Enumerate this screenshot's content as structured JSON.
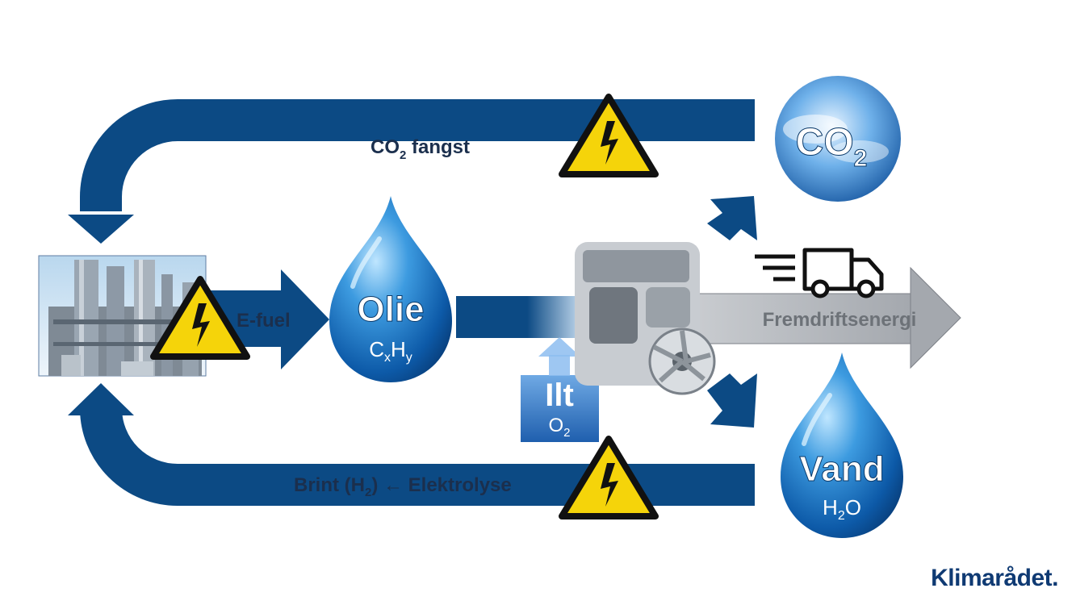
{
  "labels": {
    "co2_capture": "CO",
    "co2_capture_sub": "2",
    "co2_capture_rest": " fangst",
    "efuel": "E-fuel",
    "oil": "Olie",
    "oil_formula_c": "C",
    "oil_formula_x": "x",
    "oil_formula_h": "H",
    "oil_formula_y": "y",
    "air": "Ilt",
    "air_formula": "O",
    "air_formula_sub": "2",
    "propulsion": "Fremdriftsenergi",
    "co2": "CO",
    "co2_sub": "2",
    "water": "Vand",
    "water_h": "H",
    "water_sub": "2",
    "water_o": "O",
    "hydrogen_pre": "Brint (H",
    "hydrogen_sub": "2",
    "hydrogen_post": ") ← Elektrolyse"
  },
  "logo": "Klimarådet.",
  "colors": {
    "flow_blue": "#0c4a84",
    "drop_blue": "#1b74c4",
    "warning_yellow": "#f5d40a",
    "arrow_grey": "#a9adb3"
  },
  "icons": [
    "refinery-image",
    "high-voltage-warning-icon",
    "oil-drop-icon",
    "engine-image",
    "truck-icon",
    "co2-cloud-icon",
    "water-drop-icon"
  ]
}
